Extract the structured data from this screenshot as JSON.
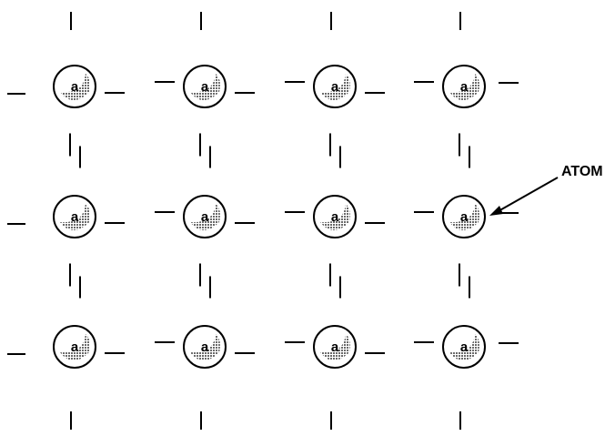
{
  "diagram": {
    "atom_letter": "a",
    "callout_label": "ATOM",
    "rows": 3,
    "columns": 4,
    "ink_color": "#000000",
    "shading_color": "#000000"
  }
}
